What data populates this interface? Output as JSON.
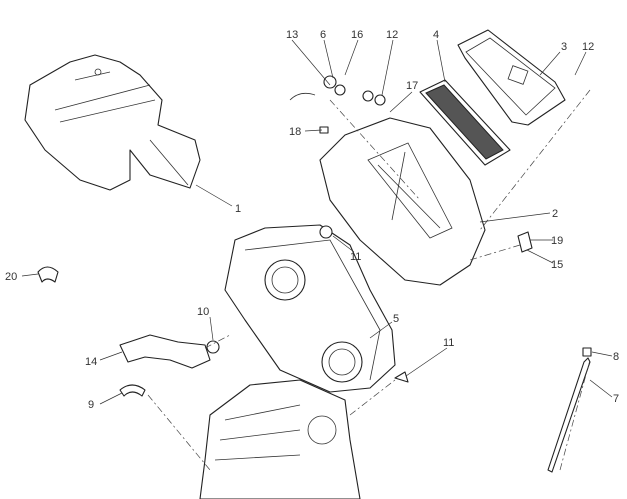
{
  "diagram": {
    "title": "Air box exploded view",
    "labels": {
      "p13": "13",
      "p6": "6",
      "p16": "16",
      "p12a": "12",
      "p4": "4",
      "p3": "3",
      "p12b": "12",
      "p17": "17",
      "p18": "18",
      "p1": "1",
      "p2": "2",
      "p19": "19",
      "p15": "15",
      "p20": "20",
      "p11a": "11",
      "p10": "10",
      "p5": "5",
      "p14": "14",
      "p11b": "11",
      "p8": "8",
      "p9": "9",
      "p7": "7"
    }
  }
}
